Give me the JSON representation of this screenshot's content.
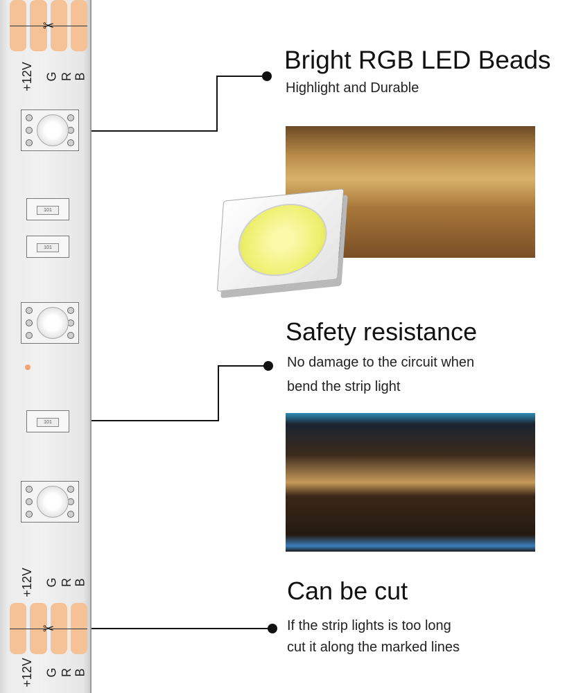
{
  "strip": {
    "pin_labels": [
      "+12V",
      "G",
      "R",
      "B"
    ],
    "resistor_code": "101",
    "cut_icon": "scissors-icon"
  },
  "features": [
    {
      "title": "Bright RGB LED Beads",
      "lines": [
        "Highlight and Durable"
      ]
    },
    {
      "title": "Safety resistance",
      "lines": [
        "No damage to the circuit when",
        "bend the strip light"
      ]
    },
    {
      "title": "Can be cut",
      "lines": [
        "If the strip lights is too long",
        "cut it along the marked lines"
      ]
    }
  ],
  "colors": {
    "copper_pad": "#f5c197",
    "strip": "#ececec",
    "line": "#111111"
  }
}
